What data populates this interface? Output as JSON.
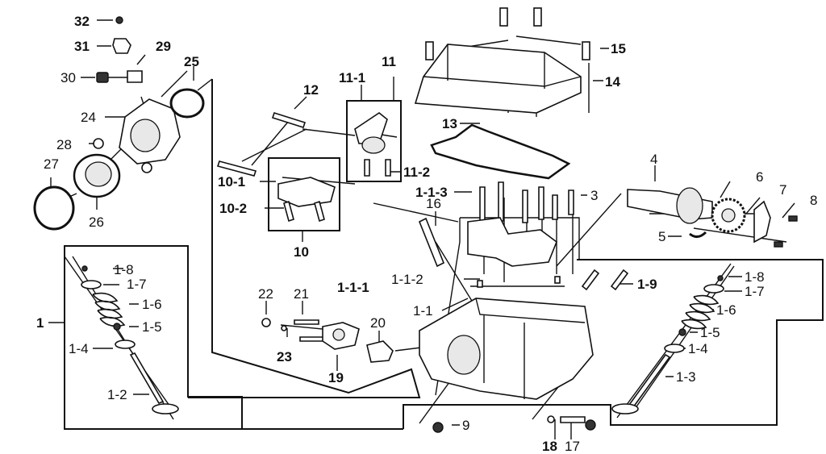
{
  "diagram": {
    "type": "exploded parts diagram",
    "subject": "engine cylinder head assembly",
    "colors": {
      "line": "#111111",
      "background": "#ffffff"
    },
    "callouts": [
      {
        "id": "32",
        "label": "32",
        "bold": true
      },
      {
        "id": "31",
        "label": "31",
        "bold": true
      },
      {
        "id": "29",
        "label": "29",
        "bold": true
      },
      {
        "id": "30",
        "label": "30",
        "bold": false
      },
      {
        "id": "25",
        "label": "25",
        "bold": true
      },
      {
        "id": "24",
        "label": "24",
        "bold": false
      },
      {
        "id": "28",
        "label": "28",
        "bold": false
      },
      {
        "id": "27",
        "label": "27",
        "bold": false
      },
      {
        "id": "26",
        "label": "26",
        "bold": false
      },
      {
        "id": "12",
        "label": "12",
        "bold": true
      },
      {
        "id": "11-1",
        "label": "11-1",
        "bold": true
      },
      {
        "id": "11",
        "label": "11",
        "bold": true
      },
      {
        "id": "11-2",
        "label": "11-2",
        "bold": true
      },
      {
        "id": "10-1",
        "label": "10-1",
        "bold": true
      },
      {
        "id": "10-2",
        "label": "10-2",
        "bold": true
      },
      {
        "id": "10",
        "label": "10",
        "bold": true
      },
      {
        "id": "15",
        "label": "15",
        "bold": true
      },
      {
        "id": "14",
        "label": "14",
        "bold": true
      },
      {
        "id": "13",
        "label": "13",
        "bold": true
      },
      {
        "id": "1-1-3",
        "label": "1-1-3",
        "bold": true
      },
      {
        "id": "16",
        "label": "16",
        "bold": false
      },
      {
        "id": "3",
        "label": "3",
        "bold": false
      },
      {
        "id": "4",
        "label": "4",
        "bold": false
      },
      {
        "id": "6",
        "label": "6",
        "bold": false
      },
      {
        "id": "7",
        "label": "7",
        "bold": false
      },
      {
        "id": "8",
        "label": "8",
        "bold": false
      },
      {
        "id": "5",
        "label": "5",
        "bold": false
      },
      {
        "id": "1-1-2",
        "label": "1-1-2",
        "bold": false
      },
      {
        "id": "1-1-1",
        "label": "1-1-1",
        "bold": true
      },
      {
        "id": "1-9",
        "label": "1-9",
        "bold": true
      },
      {
        "id": "1-1",
        "label": "1-1",
        "bold": false
      },
      {
        "id": "22",
        "label": "22",
        "bold": false
      },
      {
        "id": "21",
        "label": "21",
        "bold": false
      },
      {
        "id": "23",
        "label": "23",
        "bold": true
      },
      {
        "id": "20",
        "label": "20",
        "bold": false
      },
      {
        "id": "19",
        "label": "19",
        "bold": true
      },
      {
        "id": "9",
        "label": "9",
        "bold": false
      },
      {
        "id": "18",
        "label": "18",
        "bold": true
      },
      {
        "id": "17",
        "label": "17",
        "bold": false
      },
      {
        "id": "1",
        "label": "1",
        "bold": true
      },
      {
        "id": "L1-8",
        "label": "1-8",
        "bold": false
      },
      {
        "id": "L1-7",
        "label": "1-7",
        "bold": false
      },
      {
        "id": "L1-6",
        "label": "1-6",
        "bold": false
      },
      {
        "id": "L1-5",
        "label": "1-5",
        "bold": false
      },
      {
        "id": "L1-4",
        "label": "1-4",
        "bold": false
      },
      {
        "id": "L1-2",
        "label": "1-2",
        "bold": false
      },
      {
        "id": "R1-8",
        "label": "1-8",
        "bold": false
      },
      {
        "id": "R1-7",
        "label": "1-7",
        "bold": false
      },
      {
        "id": "R1-6",
        "label": "1-6",
        "bold": false
      },
      {
        "id": "R1-5",
        "label": "1-5",
        "bold": false
      },
      {
        "id": "R1-4",
        "label": "1-4",
        "bold": false
      },
      {
        "id": "R1-3",
        "label": "1-3",
        "bold": false
      }
    ]
  }
}
